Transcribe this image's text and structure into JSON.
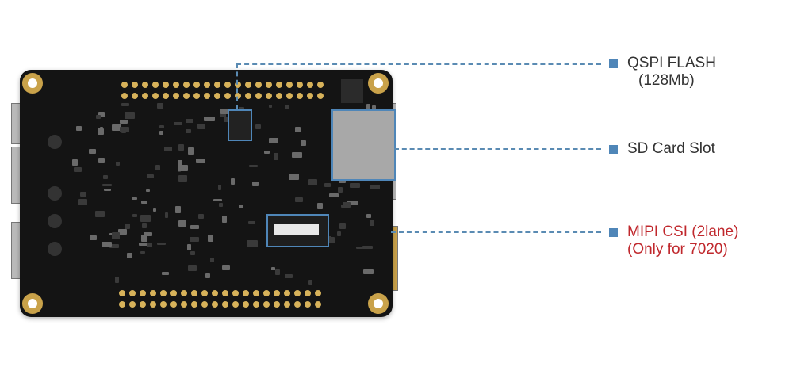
{
  "callouts": [
    {
      "label": "QSPI FLASH",
      "sub": "(128Mb)",
      "color": "#333333"
    },
    {
      "label": "SD Card Slot",
      "color": "#333333"
    },
    {
      "label": "MIPI CSI (2lane)",
      "sub": "(Only for 7020)",
      "color": "#c0282d"
    }
  ],
  "accent": "#4f86b8"
}
